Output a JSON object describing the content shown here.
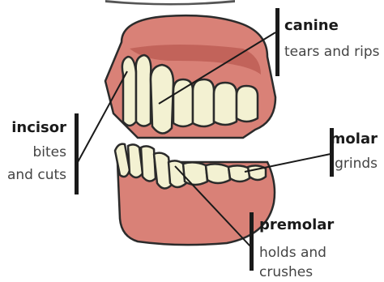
{
  "labels": {
    "canine": {
      "name": "canine",
      "desc": [
        "tears and rips"
      ]
    },
    "incisor": {
      "name": "incisor",
      "desc": [
        "bites",
        "and cuts"
      ]
    },
    "molar": {
      "name": "molar",
      "desc": [
        "grinds"
      ]
    },
    "premolar": {
      "name": "premolar",
      "desc": [
        "holds and crushes"
      ]
    }
  },
  "colors": {
    "gum": "#d98177",
    "gum_dark": "#b8574f",
    "tooth": "#f3f1d2",
    "outline": "#2b2b2b",
    "leader": "#1a1a1a"
  }
}
